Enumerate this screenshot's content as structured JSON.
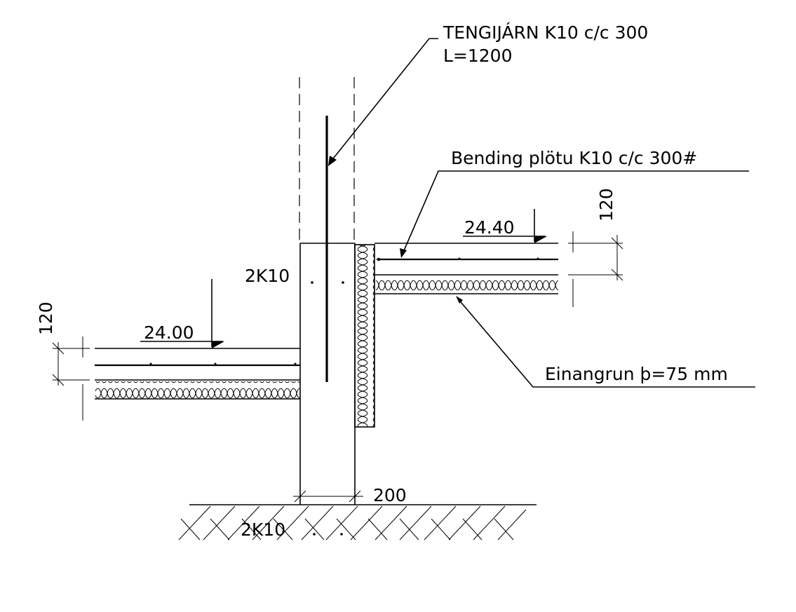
{
  "labels": {
    "tie_bar_line1": "TENGIJÁRN K10 c/c 300",
    "tie_bar_line2": "L=1200",
    "slab_bending": "Bending plötu K10 c/c 300#",
    "insulation": "Einangrun þ=75 mm",
    "level_upper": "24.40",
    "level_lower": "24.00",
    "rebar_upper": "2K10",
    "rebar_lower": "2K10",
    "dim_slab_right": "120",
    "dim_slab_left": "120",
    "dim_wall": "200"
  },
  "colors": {
    "line": "#000000",
    "background": "#ffffff"
  }
}
